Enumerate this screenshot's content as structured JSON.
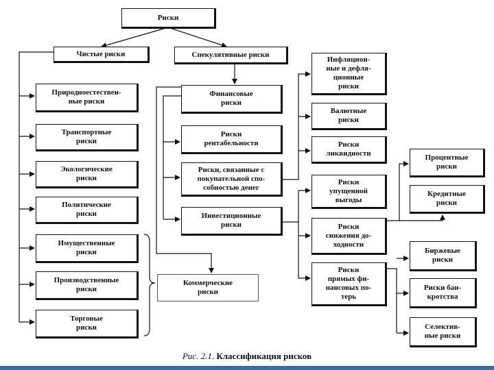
{
  "diagram": {
    "root": "Риски",
    "pure": {
      "title": "Чистые риски",
      "items": [
        "Природноестествен-\nные риски",
        "Транспортные\nриски",
        "Экологические\nриски",
        "Политические\nриски",
        "Имущественные\nриски",
        "Производственные\nриски",
        "Торговые\nриски"
      ]
    },
    "speculative": {
      "title": "Спекулятивные риски",
      "financial": "Финансовые\nриски",
      "profitability": "Риски\nрентабельности",
      "purchasing_power": "Риски, связанные с\nпокупательной спо-\nсобностью денег",
      "investment": "Инвестиционные\nриски",
      "commercial": "Коммерческие\nриски",
      "inflation": "Инфляцион-\nные и дефля-\nционные\nриски",
      "currency": "Валютные\nриски",
      "liquidity": "Риски\nликвидности",
      "lost_profit": "Риски\nупущенной\nвыгоды",
      "yield_decrease": "Риски\nснижения до-\nходности",
      "direct_losses": "Риски\nпрямых фи-\nнансовых по-\nтерь",
      "interest": "Процентные\nриски",
      "credit": "Кредитные\nриски",
      "exchange": "Биржевые\nриски",
      "bankruptcy": "Риски бан-\nкротства",
      "selective": "Селектив-\nные риски"
    },
    "caption_prefix": "Рис. 2.1.",
    "caption_text": "Классификация рисков"
  },
  "colors": {
    "line": "#111111",
    "bar": "#3b6ea8"
  }
}
